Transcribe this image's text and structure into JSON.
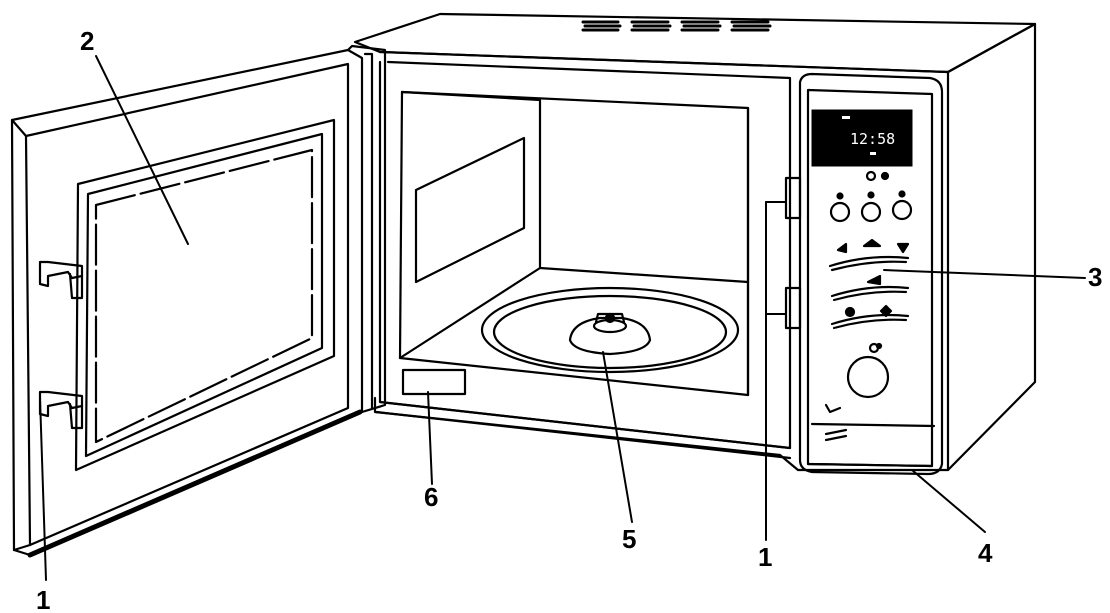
{
  "display": {
    "time": "12:58"
  },
  "callouts": {
    "hinge_latches_door": "1",
    "door_window": "2",
    "control_panel": "3",
    "door_release": "4",
    "turntable_drive": "5",
    "rating_plate": "6",
    "latch_openings": "1"
  }
}
